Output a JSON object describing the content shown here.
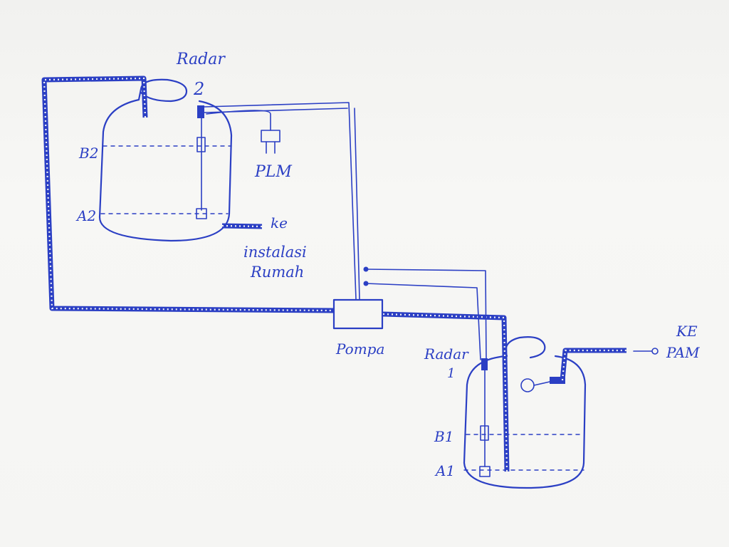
{
  "labels": {
    "radar2_line1": "Radar",
    "radar2_line2": "2",
    "b2": "B2",
    "a2": "A2",
    "plm": "PLM",
    "ke_left": "ke",
    "instalasi": "instalasi",
    "rumah": "Rumah",
    "pompa": "Pompa",
    "radar1_line1": "Radar",
    "radar1_line2": "1",
    "b1": "B1",
    "a1": "A1",
    "ke_right": "KE",
    "pam": "PAM"
  },
  "colors": {
    "ink": "#2b3fc4",
    "paper": "#f5f5f3"
  }
}
